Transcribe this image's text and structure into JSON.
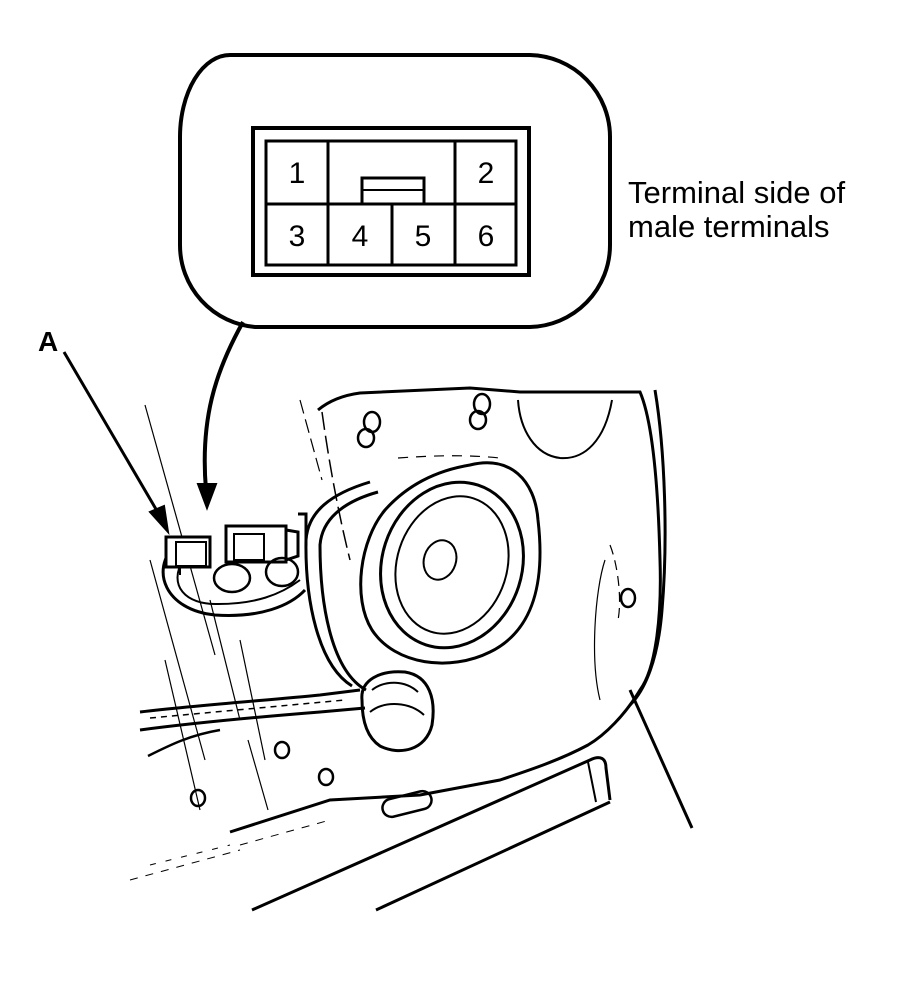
{
  "caption": {
    "line1": "Terminal side of",
    "line2": "male terminals"
  },
  "label_a": "A",
  "connector": {
    "pins": [
      "1",
      "2",
      "3",
      "4",
      "5",
      "6"
    ]
  }
}
